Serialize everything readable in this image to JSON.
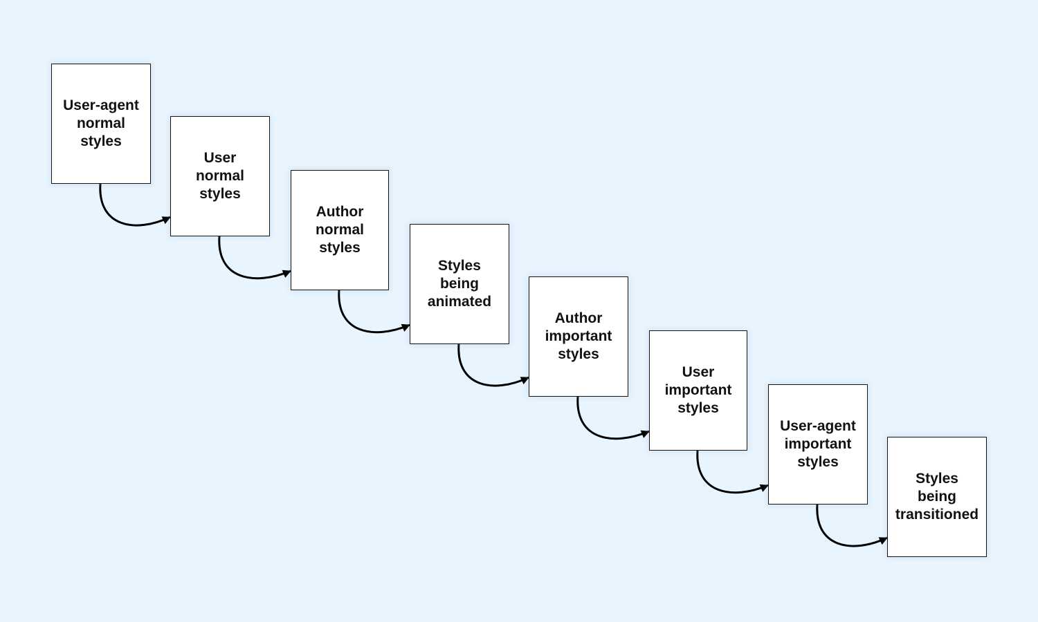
{
  "colors": {
    "background": "#e8f4fe",
    "box_fill": "#ffffff",
    "box_border": "#111111",
    "arrow": "#000000",
    "text": "#111111"
  },
  "steps": [
    {
      "label": "User-agent\nnormal\nstyles"
    },
    {
      "label": "User\nnormal\nstyles"
    },
    {
      "label": "Author\nnormal\nstyles"
    },
    {
      "label": "Styles\nbeing\nanimated"
    },
    {
      "label": "Author\nimportant\nstyles"
    },
    {
      "label": "User\nimportant\nstyles"
    },
    {
      "label": "User-agent\nimportant\nstyles"
    },
    {
      "label": "Styles\nbeing\ntransitioned"
    }
  ]
}
